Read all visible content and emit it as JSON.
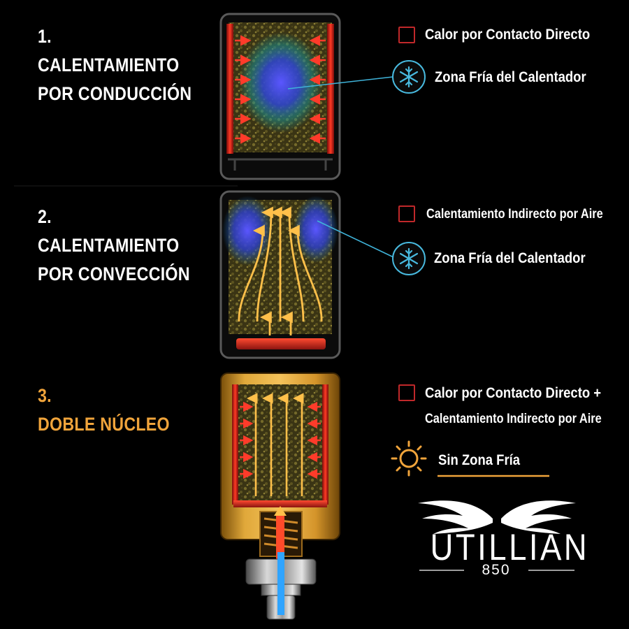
{
  "sections": [
    {
      "number": "1.",
      "title_line1": "CALENTAMIENTO",
      "title_line2": "POR CONDUCCIÓN",
      "legend_heat": "Calor por Contacto Directo",
      "legend_cold": "Zona Fría del Calentador"
    },
    {
      "number": "2.",
      "title_line1": "CALENTAMIENTO",
      "title_line2": "POR CONVECCIÓN",
      "legend_heat": "Calentamiento Indirecto por Aire",
      "legend_cold": "Zona Fría del Calentador"
    },
    {
      "number": "3.",
      "title_line1": "DOBLE NÚCLEO",
      "legend_heat_line1": "Calor por Contacto Directo +",
      "legend_heat_line2": "Calentamiento Indirecto por Aire",
      "legend_nocold": "Sin Zona Fría"
    }
  ],
  "brand": {
    "name": "UTILLIAN",
    "model": "850"
  },
  "colors": {
    "background": "#000000",
    "heat_red": "#e6352b",
    "cold_blue": "#3b4bd6",
    "accent_orange": "#f0a43b",
    "callout_cyan": "#3fb3d9"
  },
  "icons": [
    "snowflake-icon",
    "sun-icon",
    "wings-logo"
  ]
}
